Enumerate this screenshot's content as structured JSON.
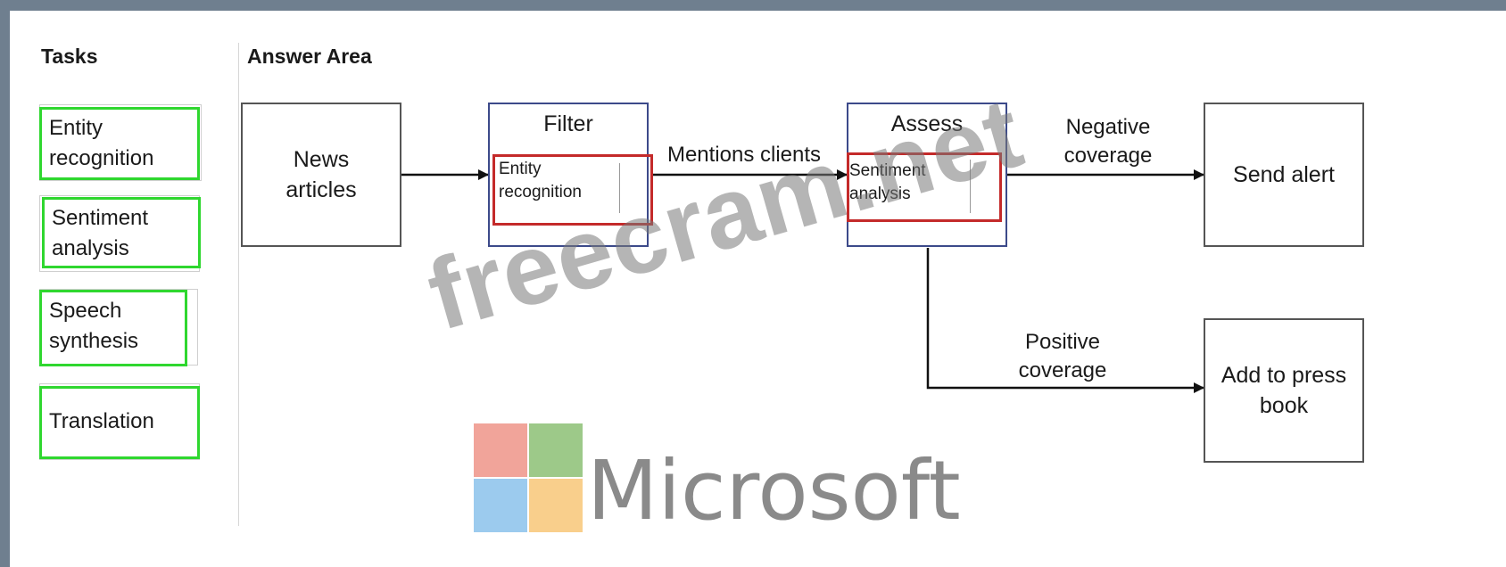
{
  "tasks_panel": {
    "heading": "Tasks",
    "items": [
      {
        "label_line1": "Entity",
        "label_line2": "recognition"
      },
      {
        "label_line1": "Sentiment",
        "label_line2": "analysis"
      },
      {
        "label_line1": "Speech",
        "label_line2": "synthesis"
      },
      {
        "label_line1": "Translation",
        "label_line2": ""
      }
    ]
  },
  "answer_area": {
    "heading": "Answer Area",
    "news_articles": {
      "line1": "News",
      "line2": "articles"
    },
    "filter": {
      "title": "Filter",
      "slot_line1": "Entity",
      "slot_line2": "recognition"
    },
    "assess": {
      "title": "Assess",
      "slot_line1": "Sentiment",
      "slot_line2": "analysis"
    },
    "edge_mentions_clients": "Mentions clients",
    "edge_negative": {
      "line1": "Negative",
      "line2": "coverage"
    },
    "edge_positive": {
      "line1": "Positive",
      "line2": "coverage"
    },
    "send_alert": "Send alert",
    "press_book": {
      "line1": "Add to press",
      "line2": "book"
    }
  },
  "watermark": {
    "text": "freecram.net",
    "logo_word": "Microsoft"
  },
  "colors": {
    "task_border": "#2fd72f",
    "slot_border": "#c42a2a",
    "process_border": "#3c4a8a",
    "logo_red": "#f1a49a",
    "logo_green": "#9dc989",
    "logo_blue": "#9ccbee",
    "logo_yellow": "#f9cf8c"
  }
}
